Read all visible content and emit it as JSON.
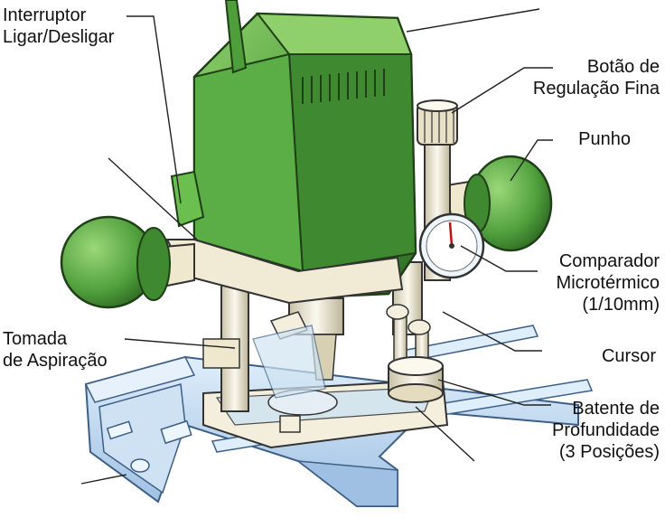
{
  "labels": {
    "switch": {
      "line1": "Interruptor",
      "line2": "Ligar/Desligar"
    },
    "fine_adjust": {
      "line1": "Botão de",
      "line2": "Regulação Fina"
    },
    "handle": {
      "line1": "Punho"
    },
    "dial_gauge": {
      "line1": "Comparador",
      "line2": "Microtérmico",
      "line3": "(1/10mm)"
    },
    "dust_port": {
      "line1": "Tomada",
      "line2": "de Aspiração"
    },
    "slider": {
      "line1": "Cursor"
    },
    "depth_stop": {
      "line1": "Batente de",
      "line2": "Profundidade",
      "line3": "(3 Posições)"
    }
  },
  "colors": {
    "body_green": "#4f9e3c",
    "body_green_light": "#7cc05e",
    "body_green_dark": "#2f6e24",
    "base_blue": "#bcd6ee",
    "base_blue_dark": "#6f97c2",
    "metal_cream": "#f1ebd6",
    "leader": "#222222"
  }
}
